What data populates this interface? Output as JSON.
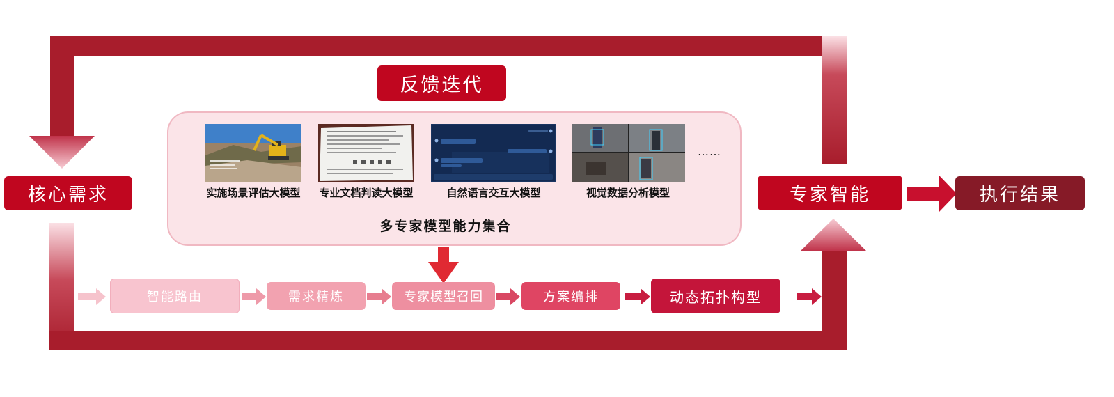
{
  "feedback_label": "反馈迭代",
  "core_demand": "核心需求",
  "expert_intelligence": "专家智能",
  "execution_result": "执行结果",
  "capability_set": {
    "title": "多专家模型能力集合",
    "models": [
      {
        "label": "实施场景评估大模型",
        "icon": "excavator-photo-icon"
      },
      {
        "label": "专业文档判读大模型",
        "icon": "document-photo-icon"
      },
      {
        "label": "自然语言交互大模型",
        "icon": "chat-interface-icon"
      },
      {
        "label": "视觉数据分析模型",
        "icon": "surveillance-camera-icon"
      }
    ],
    "ellipsis": "……"
  },
  "pipeline": {
    "steps": [
      {
        "label": "智能路由"
      },
      {
        "label": "需求精炼"
      },
      {
        "label": "专家模型召回"
      },
      {
        "label": "方案编排"
      },
      {
        "label": "动态拓扑构型"
      }
    ]
  },
  "colors": {
    "dark_red": "#a81d2c",
    "main_red": "#c0061f",
    "maroon": "#861a27",
    "panel_bg": "#fbe4e8",
    "panel_border": "#f0b8c2"
  }
}
